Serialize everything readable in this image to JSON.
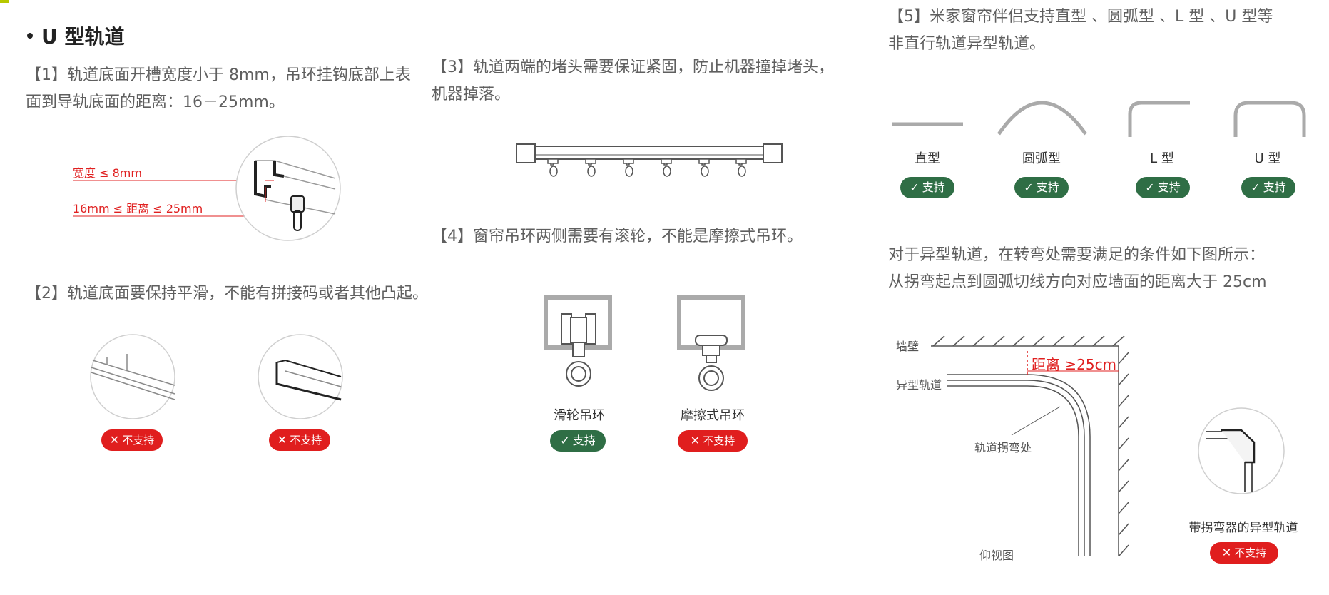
{
  "section_title": "U 型轨道",
  "p1": {
    "line1": "【1】轨道底面开槽宽度小于  8mm，吊环挂钩底部上表",
    "line2": "面到导轨底面的距离：16－25mm。",
    "label_width": "宽度 ≤ 8mm",
    "label_distance": "16mm ≤ 距离 ≤ 25mm"
  },
  "p2": {
    "text": "【2】轨道底面要保持平滑，不能有拼接码或者其他凸起。",
    "badge_left": "不支持",
    "badge_right": "不支持"
  },
  "p3": {
    "line1": "【3】轨道两端的堵头需要保证紧固，防止机器撞掉堵头，",
    "line2": "机器掉落。"
  },
  "p4": {
    "text": "【4】窗帘吊环两侧需要有滚轮，不能是摩擦式吊环。",
    "caption_pulley": "滑轮吊环",
    "caption_friction": "摩擦式吊环",
    "badge_pulley": "支持",
    "badge_friction": "不支持"
  },
  "p5": {
    "line1": "【5】米家窗帘伴侣支持直型 、圆弧型 、L 型 、U 型等",
    "line2": "非直行轨道异型轨道。",
    "shapes": [
      {
        "label": "直型",
        "badge": "支持"
      },
      {
        "label": "圆弧型",
        "badge": "支持"
      },
      {
        "label": "L 型",
        "badge": "支持"
      },
      {
        "label": "U 型",
        "badge": "支持"
      }
    ],
    "cond_line1": "对于异型轨道，在转弯处需要满足的条件如下图所示：",
    "cond_line2": "从拐弯起点到圆弧切线方向对应墙面的距离大于 25cm",
    "label_wall": "墙壁",
    "label_track": "异型轨道",
    "label_corner": "轨道拐弯处",
    "label_distance": "距离 ≥25cm",
    "label_view": "仰视图",
    "label_with_bender": "带拐弯器的异型轨道",
    "badge_with_bender": "不支持"
  },
  "icons": {
    "check": "✓",
    "cross": "✕"
  },
  "colors": {
    "support": "#2f6e45",
    "unsupported": "#e01e1e",
    "dimension": "#e02020"
  }
}
